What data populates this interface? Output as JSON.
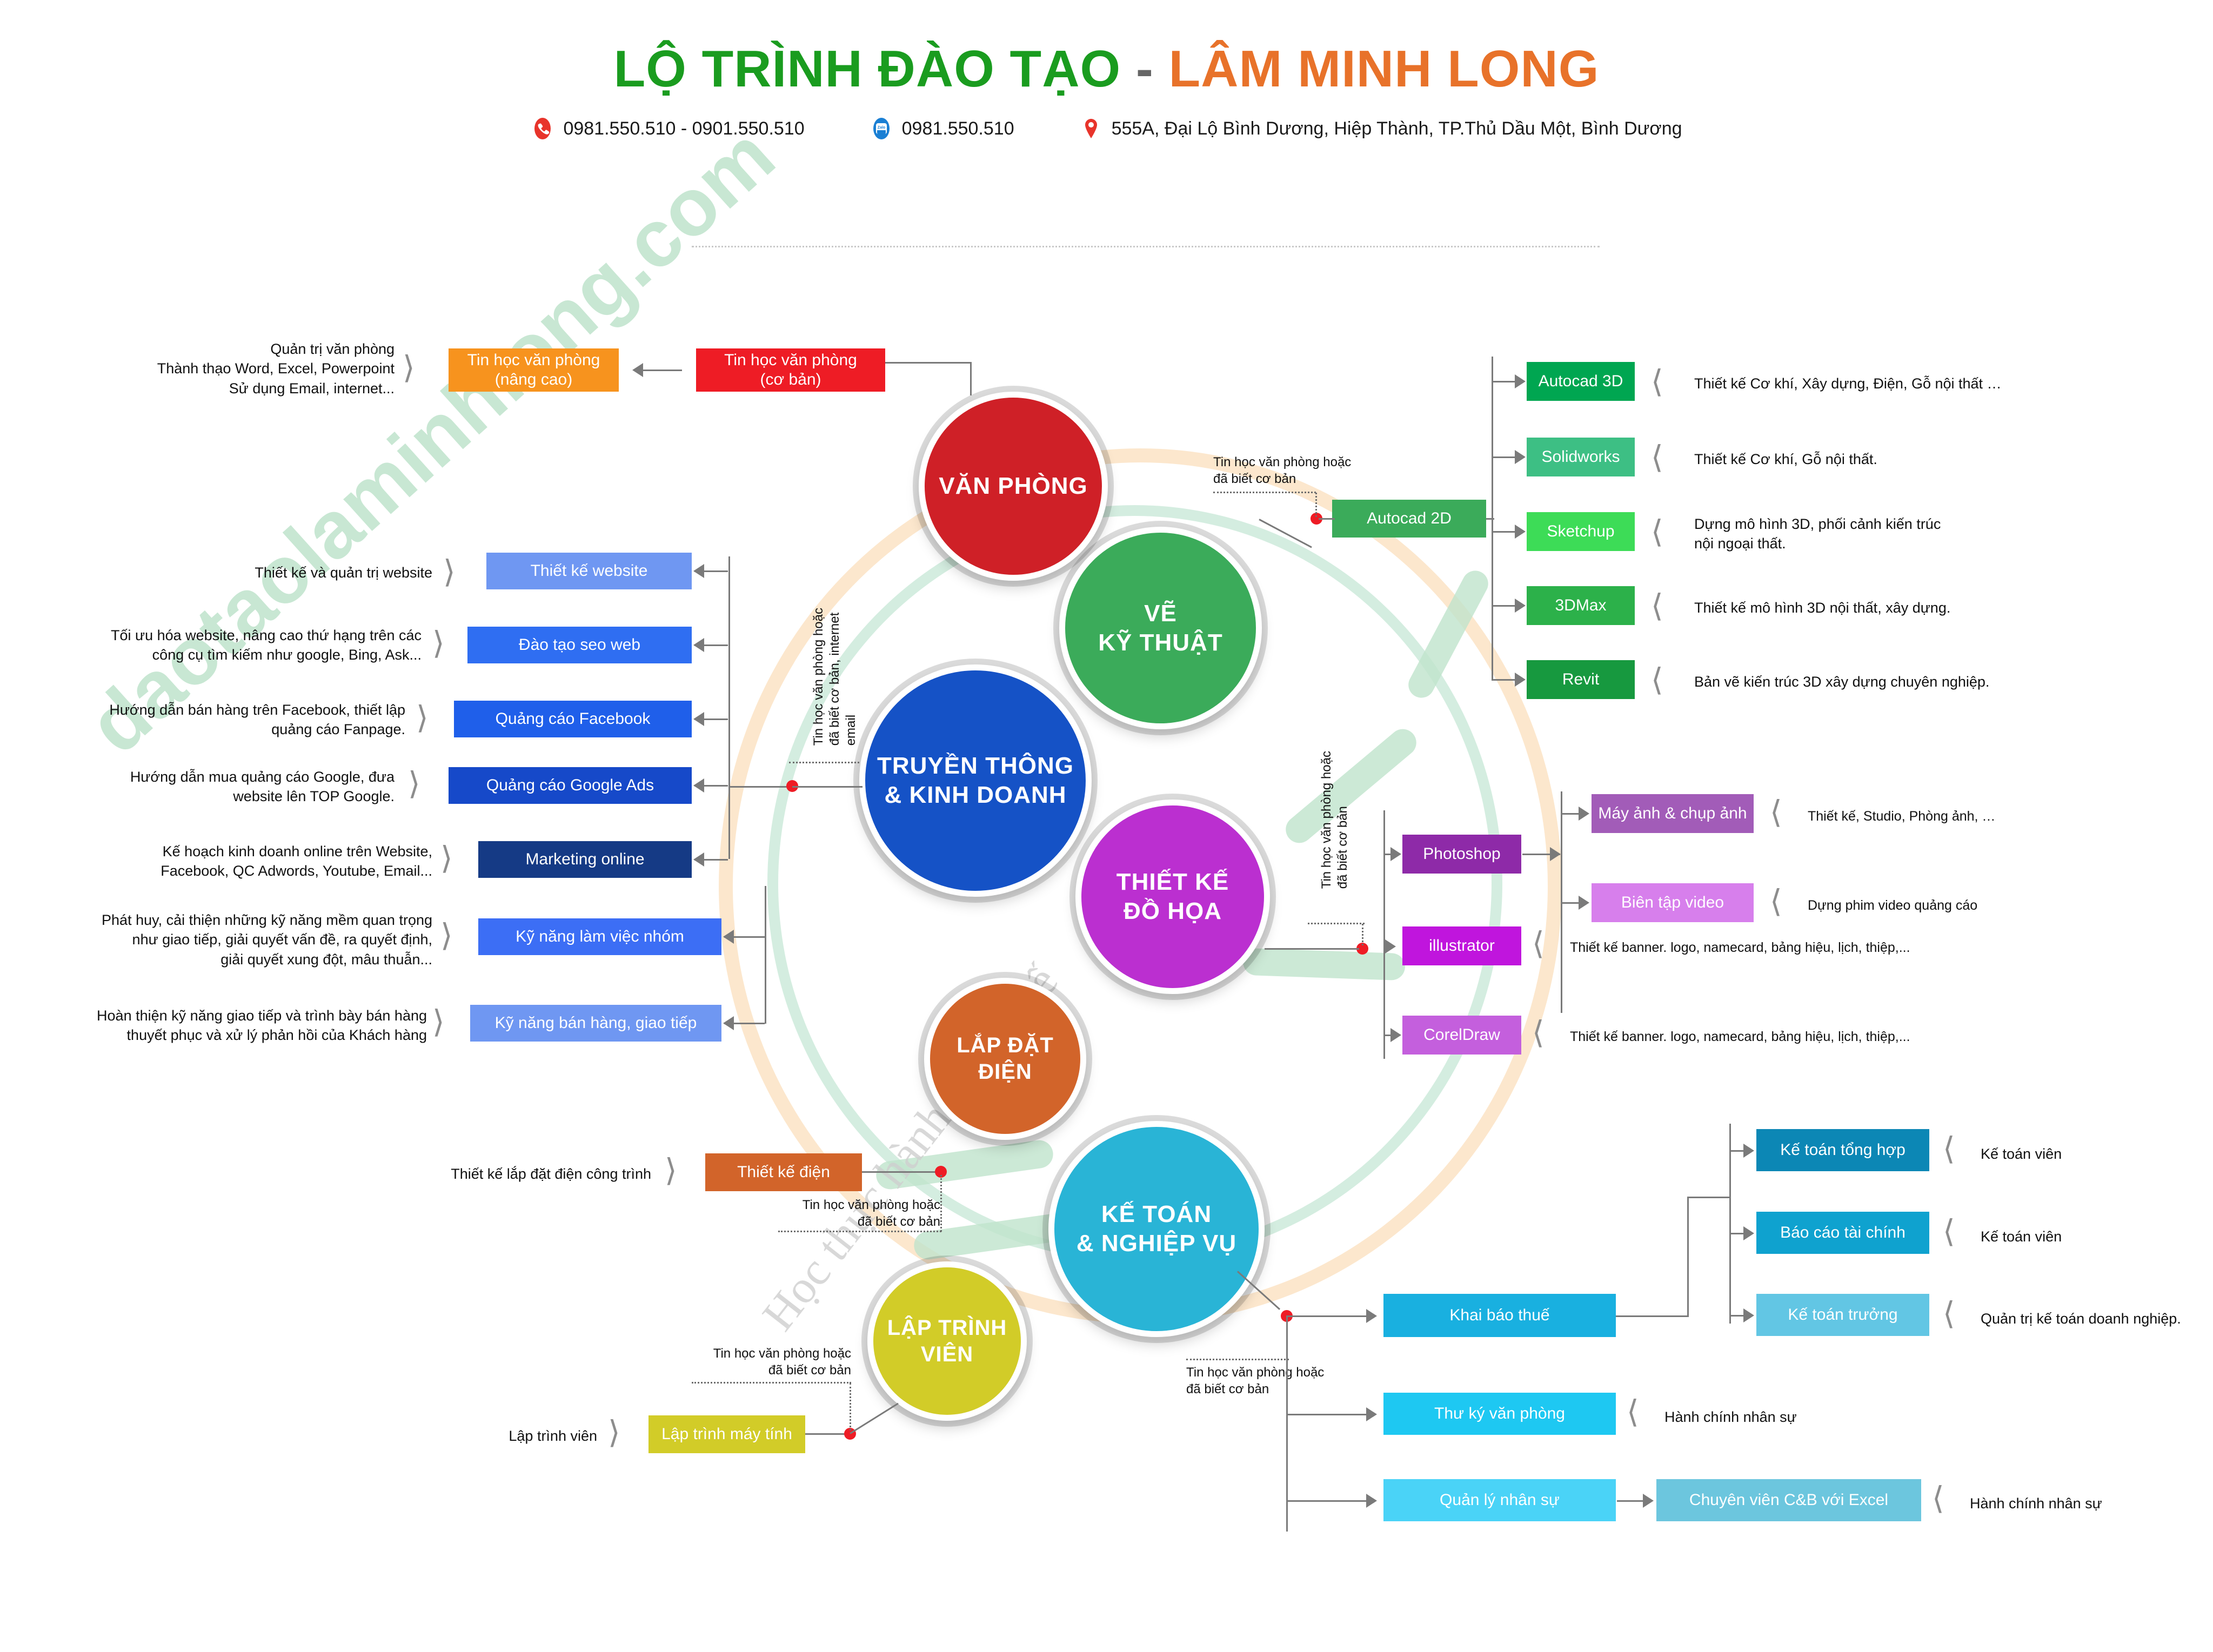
{
  "header": {
    "title_part1": "LỘ TRÌNH ĐÀO TẠO",
    "title_dash": "-",
    "title_part2": "LÂM MINH LONG",
    "phone": "0981.550.510 - 0901.550.510",
    "zalo": "0981.550.510",
    "address": "555A, Đại Lộ Bình Dương, Hiệp Thành, TP.Thủ Dầu Một, Bình Dương",
    "phone_icon": "phone-icon",
    "zalo_icon": "zalo-icon",
    "zalo_icon_text": "Zalo",
    "location_icon": "location-pin-icon"
  },
  "watermark": {
    "brand": "daotaolaminhlong.com",
    "tagline": "Học thực hành... thực tế"
  },
  "circles": [
    {
      "id": "van-phong",
      "label": "VĂN PHÒNG",
      "color": "#cf2027"
    },
    {
      "id": "ve-ky-thuat",
      "label": "VẼ\nKỸ THUẬT",
      "color": "#3bab5a"
    },
    {
      "id": "truyen-thong",
      "label": "TRUYỀN THÔNG\n& KINH DOANH",
      "color": "#1552c6"
    },
    {
      "id": "thiet-ke-do-hoa",
      "label": "THIẾT KẾ\nĐỒ HỌA",
      "color": "#bb2fd0"
    },
    {
      "id": "lap-dat-dien",
      "label": "LẮP ĐẶT\nĐIỆN",
      "color": "#d2642a"
    },
    {
      "id": "ke-toan",
      "label": "KẾ TOÁN\n& NGHIỆP VỤ",
      "color": "#29b4d6"
    },
    {
      "id": "lap-trinh-vien",
      "label": "LẬP TRÌNH\nVIÊN",
      "color": "#d2cc28"
    }
  ],
  "office_track": {
    "basic_box": {
      "label": "Tin học văn phòng\n(cơ bản)",
      "color": "#ee1c25"
    },
    "advanced_box": {
      "label": "Tin học văn phòng\n(nâng cao)",
      "color": "#f7931e"
    },
    "description": "Quản trị văn phòng\nThành thạo Word, Excel, Powerpoint\nSử dụng Email, internet..."
  },
  "media_track": {
    "note": "Tin học văn phòng hoặc\nđã biết cơ bản, internet\nemail",
    "items": [
      {
        "label": "Thiết kế website",
        "color": "#6f97f2",
        "desc": "Thiết kế  và quản trị website"
      },
      {
        "label": "Đào tạo seo web",
        "color": "#2f6ef2",
        "desc": "Tối ưu hóa website, nâng cao thứ hạng trên các\ncông cụ tìm kiếm như google, Bing, Ask..."
      },
      {
        "label": "Quảng cáo Facebook",
        "color": "#1f5fea",
        "desc": "Hướng dẫn bán hàng trên Facebook, thiết lập\nquảng cáo Fanpage."
      },
      {
        "label": "Quảng cáo Google Ads",
        "color": "#1649c9",
        "desc": "Hướng dẫn mua quảng cáo Google, đưa\nwebsite lên TOP Google."
      },
      {
        "label": "Marketing online",
        "color": "#153a85",
        "desc": "Kế hoạch kinh doanh online trên Website,\nFacebook, QC Adwords, Youtube, Email..."
      },
      {
        "label": "Kỹ năng làm việc nhóm",
        "color": "#3c6ef5",
        "desc": "Phát huy, cải thiện những kỹ năng mềm quan trọng\nnhư giao tiếp, giải quyết vấn đề, ra quyết định,\ngiải quyết xung đột, mâu thuẫn..."
      },
      {
        "label": "Kỹ năng bán hàng, giao tiếp",
        "color": "#6f97f2",
        "desc": "Hoàn thiện kỹ năng giao tiếp và trình bày bán hàng\nthuyết phục và xử lý phản hồi của Khách hàng"
      }
    ]
  },
  "technical_track": {
    "note": "Tin học văn phòng hoặc\nđã biết cơ bản",
    "entry": {
      "label": "Autocad 2D",
      "color": "#3bab5a"
    },
    "items": [
      {
        "label": "Autocad 3D",
        "color": "#00a651",
        "desc": "Thiết kế Cơ khí, Xây dựng, Điện, Gỗ nội thất …"
      },
      {
        "label": "Solidworks",
        "color": "#3dbf84",
        "desc": "Thiết kế Cơ khí,  Gỗ nội thất."
      },
      {
        "label": "Sketchup",
        "color": "#3ddc57",
        "desc": "Dựng mô hình 3D, phối cảnh kiến trúc\nnội ngoại thất."
      },
      {
        "label": "3DMax",
        "color": "#2cb14a",
        "desc": "Thiết kế mô hình 3D nội thất, xây dựng."
      },
      {
        "label": "Revit",
        "color": "#17993f",
        "desc": "Bản vẽ kiến trúc 3D xây dựng chuyên nghiệp."
      }
    ]
  },
  "design_track": {
    "note": "Tin học văn phòng hoặc\nđã biết cơ bản",
    "items": [
      {
        "label": "Photoshop",
        "color": "#8e2aa8",
        "desc": ""
      },
      {
        "label": "illustrator",
        "color": "#c015dd",
        "desc": "Thiết kế banner. logo, namecard, bảng hiệu, lịch, thiệp,..."
      },
      {
        "label": "CorelDraw",
        "color": "#c45fdd",
        "desc": "Thiết kế banner. logo, namecard, bảng hiệu, lịch, thiệp,..."
      }
    ],
    "photoshop_children": [
      {
        "label": "Máy ảnh & chụp ảnh",
        "color": "#a25cb8",
        "desc": "Thiết kế, Studio, Phòng ảnh, …"
      },
      {
        "label": "Biên tập video",
        "color": "#d77fec",
        "desc": "Dựng phim video quảng cáo"
      }
    ]
  },
  "electric_track": {
    "note": "Tin học văn phòng hoặc\nđã biết cơ bản",
    "box": {
      "label": "Thiết kế điện",
      "color": "#d2642a"
    },
    "desc": "Thiết kế lắp đặt điện công trình"
  },
  "programming_track": {
    "note": "Tin học văn phòng hoặc\nđã biết cơ bản",
    "box": {
      "label": "Lập trình máy tính",
      "color": "#d2cc28"
    },
    "desc": "Lập trình viên"
  },
  "accounting_track": {
    "note": "Tin học văn phòng hoặc\nđã biết cơ bản",
    "entry": {
      "label": "Khai báo thuế",
      "color": "#19b0e0"
    },
    "items": [
      {
        "label": "Kế toán tổng hợp",
        "color": "#0c87b5",
        "desc": "Kế toán viên"
      },
      {
        "label": "Báo cáo tài chính",
        "color": "#0fa2cf",
        "desc": "Kế toán viên"
      },
      {
        "label": "Kế toán trưởng",
        "color": "#62c6e4",
        "desc": "Quản trị kế toán doanh nghiệp."
      }
    ],
    "hr_items": [
      {
        "label": "Thư ký văn phòng",
        "color": "#1ec8f2",
        "desc": "Hành chính nhân sự"
      },
      {
        "label": "Quản lý nhân sự",
        "color": "#4ad3f7",
        "desc": ""
      }
    ],
    "hr_child": {
      "label": "Chuyên viên C&B với Excel",
      "color": "#6cc6de",
      "desc": "Hành chính nhân sự"
    }
  }
}
